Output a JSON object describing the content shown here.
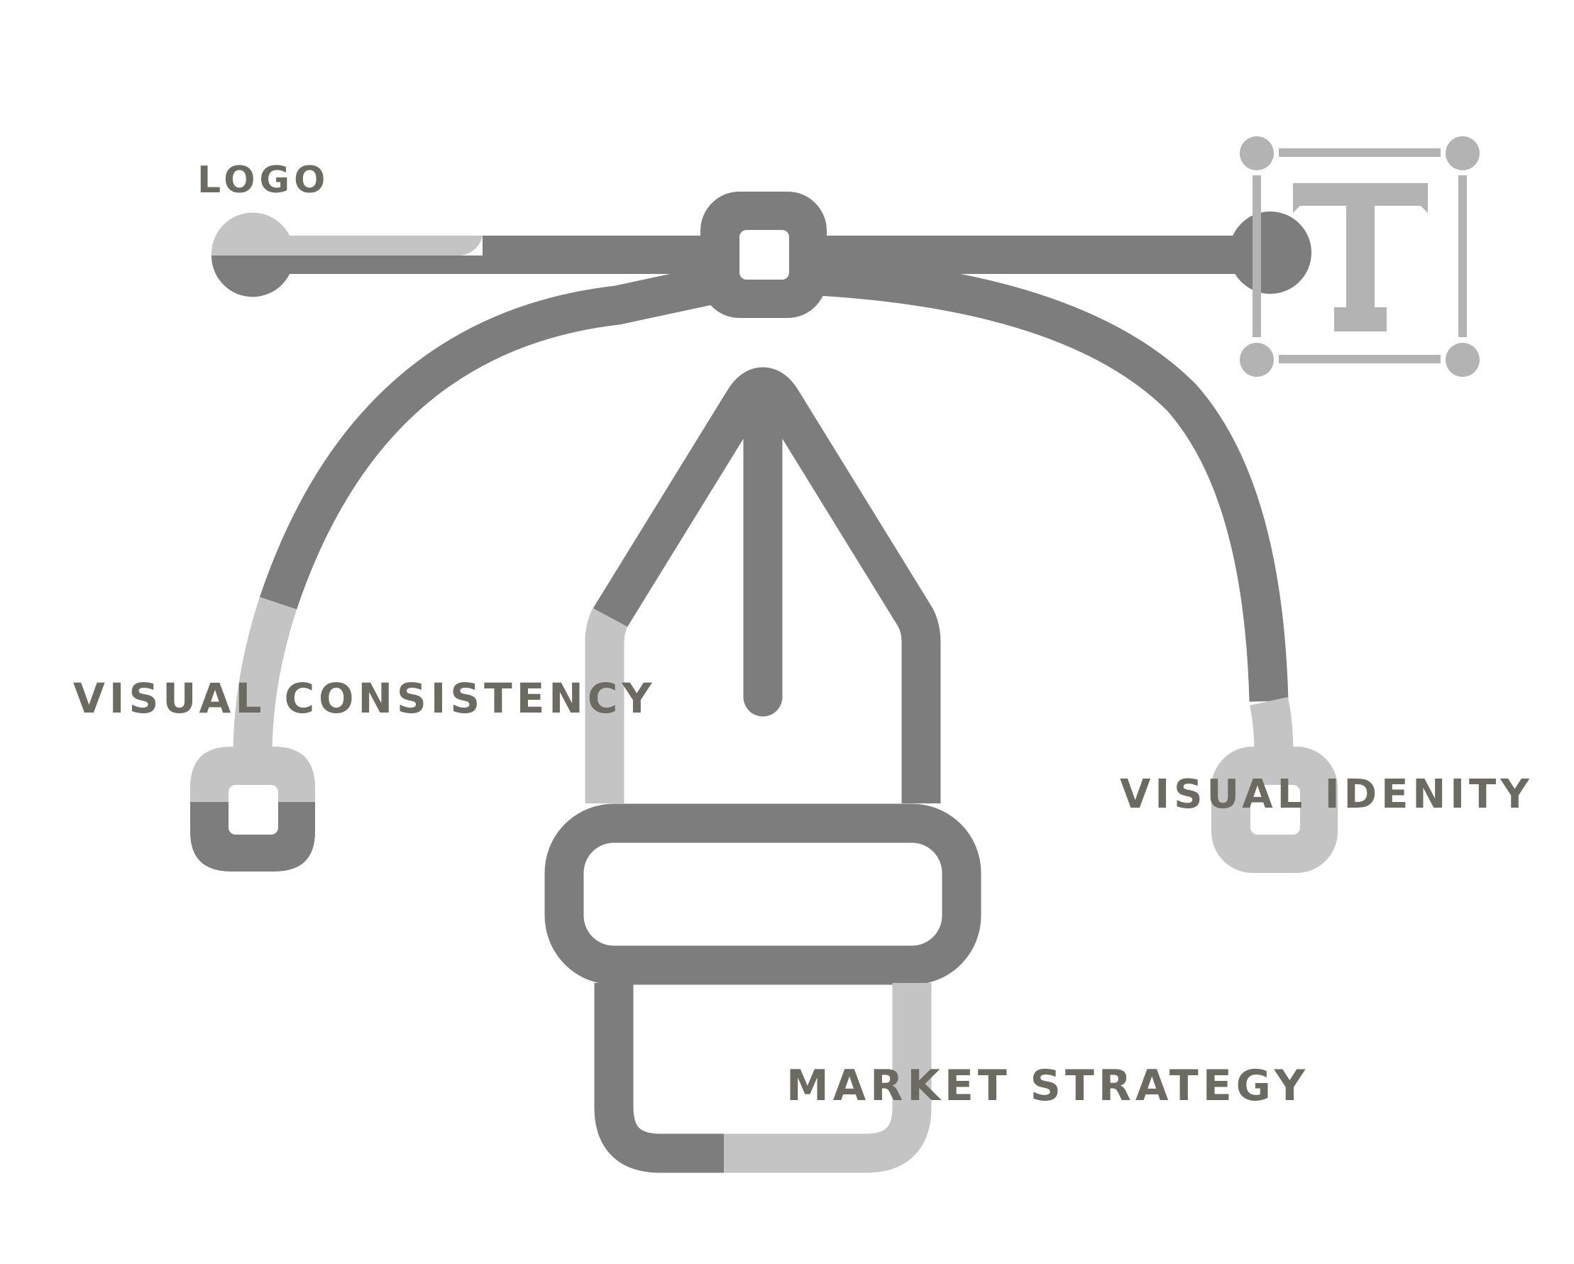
{
  "labels": {
    "logo": "LOGO",
    "visual_consistency": "VISUAL CONSISTENCY",
    "visual_identity": "VISUAL IDENITY",
    "market_strategy": "MARKET STRATEGY"
  },
  "icons": [
    "pen-tool-icon",
    "bezier-curve-icon",
    "text-tool-icon"
  ],
  "colors": {
    "dark_stroke": "#7d7d7d",
    "light_stroke": "#c4c4c4",
    "text_tool": "#b3b3b3",
    "label_text": "#6b6b62",
    "background": "#ffffff"
  }
}
